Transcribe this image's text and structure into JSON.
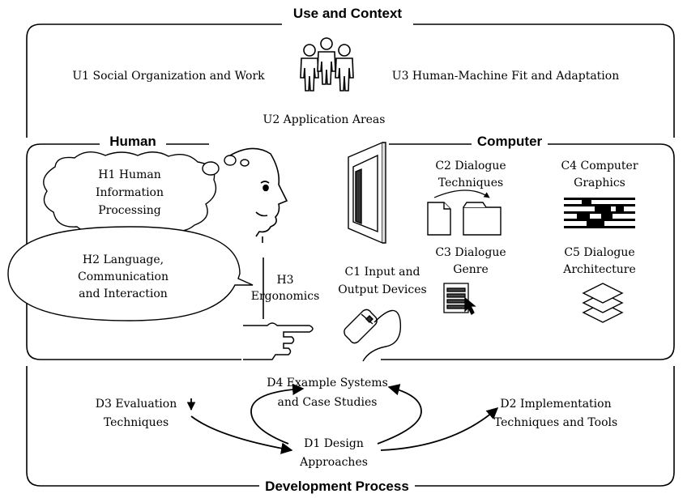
{
  "headings": {
    "use_context": "Use and Context",
    "human": "Human",
    "computer": "Computer",
    "development": "Development Process"
  },
  "use": {
    "u1": "U1 Social Organization and Work",
    "u2": "U2 Application Areas",
    "u3": "U3 Human-Machine Fit and Adaptation"
  },
  "human": {
    "h1": [
      "H1 Human",
      "Information",
      "Processing"
    ],
    "h2": [
      "H2 Language,",
      "Communication",
      "and Interaction"
    ],
    "h3": [
      "H3",
      "Ergonomics"
    ]
  },
  "computer": {
    "c1": [
      "C1 Input and",
      "Output Devices"
    ],
    "c2": [
      "C2 Dialogue",
      "Techniques"
    ],
    "c3": [
      "C3 Dialogue",
      "Genre"
    ],
    "c4": [
      "C4 Computer",
      "Graphics"
    ],
    "c5": [
      "C5 Dialogue",
      "Architecture"
    ]
  },
  "development": {
    "d1": [
      "D1 Design",
      "Approaches"
    ],
    "d2": [
      "D2 Implementation",
      "Techniques and Tools"
    ],
    "d3": [
      "D3 Evaluation",
      "Techniques"
    ],
    "d4": [
      "D4 Example Systems",
      "and Case Studies"
    ]
  },
  "icons": [
    "people-icon",
    "face-profile-icon",
    "thought-cloud-icon",
    "speech-bubble-icon",
    "pointing-hand-icon",
    "monitor-icon",
    "document-icon",
    "folder-icon",
    "menu-window-icon",
    "mouse-icon",
    "graphics-pattern-icon",
    "layers-icon"
  ]
}
